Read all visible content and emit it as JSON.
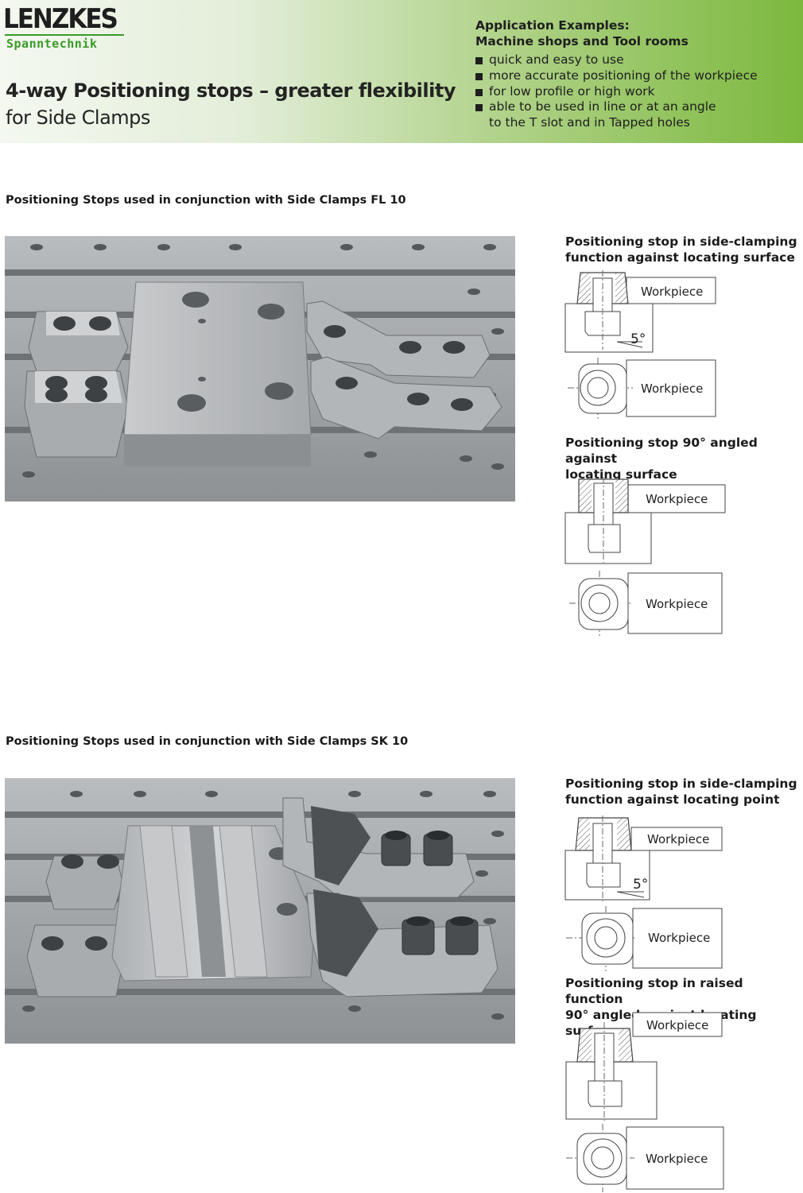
{
  "header": {
    "logo_text": "LENZKES",
    "logo_subtext": "Spanntechnik",
    "title_main": "4-way Positioning stops – greater flexibility",
    "title_sub": "for Side Clamps",
    "application_heading_1": "Application Examples:",
    "application_heading_2": "Machine shops and Tool rooms",
    "bullets": [
      "quick and easy to use",
      "more accurate positioning of the workpiece",
      "for low profile or high work",
      "able to be used in line or at an angle",
      "to the T slot and in Tapped holes"
    ]
  },
  "section1": {
    "title": "Positioning Stops used in conjunction with Side Clamps FL 10",
    "diagram1_title_1": "Positioning stop in side-clamping",
    "diagram1_title_2": "function against locating surface",
    "diagram2_title_1": "Positioning stop 90° angled against",
    "diagram2_title_2": "locating surface"
  },
  "section2": {
    "title": "Positioning Stops used in conjunction with Side Clamps SK 10",
    "diagram1_title_1": "Positioning stop in side-clamping",
    "diagram1_title_2": "function against locating point",
    "diagram2_title_1": "Positioning stop in raised function",
    "diagram2_title_2": "90° angled against locating surface"
  },
  "diagram_labels": {
    "workpiece": "Workpiece",
    "angle": "5°"
  },
  "colors": {
    "header_green": "#7cb83d",
    "logo_green": "#3a9a2a",
    "plate_grey": "#9c9fa2"
  }
}
